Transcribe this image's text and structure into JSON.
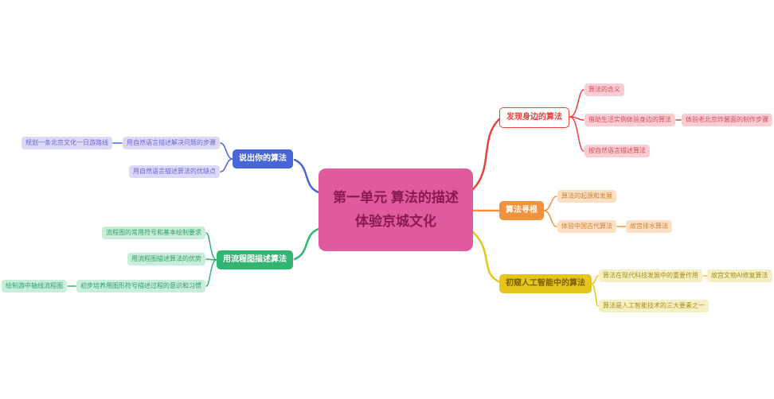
{
  "canvas": {
    "background": "#ffffff"
  },
  "center": {
    "line1": "第一单元 算法的描述",
    "line2": "体验京城文化",
    "bg_color": "#df5b9d",
    "text_color": "#8a1a4e"
  },
  "branches": {
    "speak": {
      "label": "说出你的算法",
      "color": "#4866d9",
      "children": {
        "steps": "用自然语言描述解决问题的步骤",
        "route": "规划一条北京文化一日游路线",
        "pros_cons": "用自然语言描述算法的优缺点"
      }
    },
    "flowchart": {
      "label": "用流程图描述算法",
      "color": "#30b572",
      "children": {
        "symbols": "流程图的常用符号和基本绘制要求",
        "advantage": "用流程图描述算法的优势",
        "habit": "初步培养用图形符号描述过程的意识和习惯",
        "axis_map": "绘制游中轴线流程图"
      }
    },
    "discover": {
      "label": "发现身边的算法",
      "color": "#e8413c",
      "children": {
        "meaning": "算法的含义",
        "life_examples": "借助生活实例体验身边的算法",
        "noodles": "体验老北京炸酱面的制作步骤",
        "natural_language": "按自然语言描述算法"
      }
    },
    "roots": {
      "label": "算法寻根",
      "color": "#f0923f",
      "children": {
        "origin": "算法的起源和发展",
        "ancient": "体验中国古代算法",
        "drainage": "故宫排水算法"
      }
    },
    "ai": {
      "label": "初窥人工智能中的算法",
      "color": "#e3c51d",
      "children": {
        "role": "算法在现代科技发展中的重要作用",
        "restore": "故宫文物AI修复算法",
        "elements": "算法是人工智能技术的三大要素之一"
      }
    }
  }
}
